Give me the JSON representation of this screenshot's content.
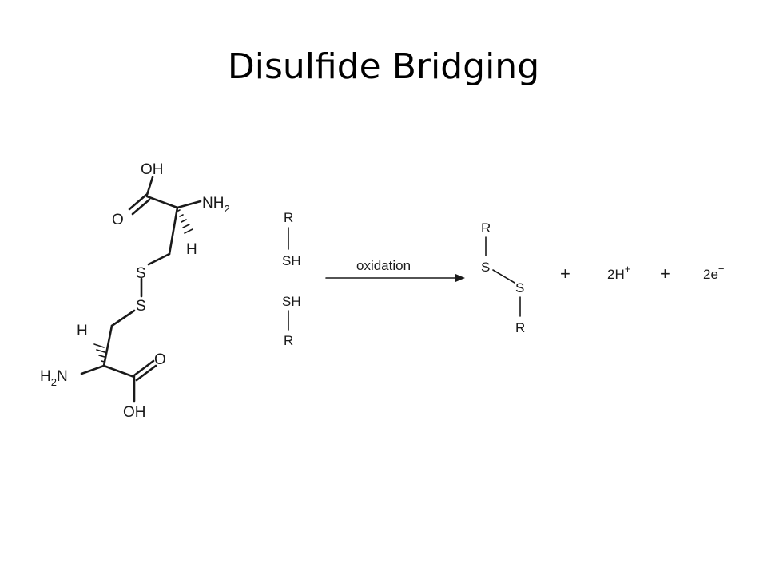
{
  "slide": {
    "title": "Disulfide Bridging"
  },
  "cystine": {
    "top": {
      "oh": "OH",
      "o": "O",
      "n": "NH",
      "n_sub": "2",
      "h": "H"
    },
    "s1": "S",
    "s2": "S",
    "bottom": {
      "h": "H",
      "n": "H",
      "n_sub": "2",
      "n_tail": "N",
      "o": "O",
      "oh": "OH"
    }
  },
  "reaction": {
    "reactant_a": {
      "r": "R",
      "sh": "SH"
    },
    "reactant_b": {
      "sh": "SH",
      "r": "R"
    },
    "arrow_label": "oxidation",
    "product": {
      "r_top": "R",
      "s1": "S",
      "s2": "S",
      "r_bottom": "R"
    },
    "plus1": "+",
    "protons": {
      "text": "2H",
      "sup": "+"
    },
    "plus2": "+",
    "electrons": {
      "text": "2e",
      "sup": "−"
    }
  }
}
